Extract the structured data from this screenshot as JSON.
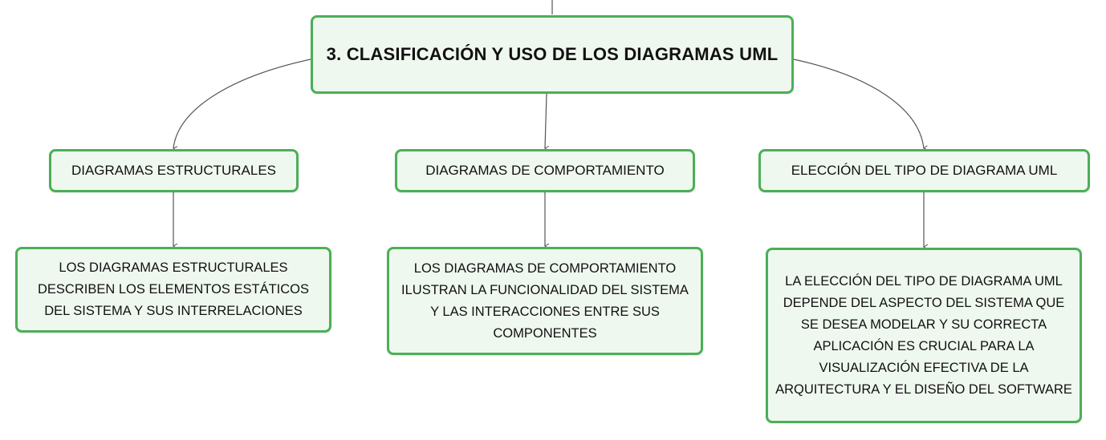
{
  "diagram": {
    "root": {
      "label": "3. CLASIFICACIÓN Y USO DE LOS DIAGRAMAS UML"
    },
    "branches": [
      {
        "label": "DIAGRAMAS ESTRUCTURALES",
        "description": "LOS DIAGRAMAS ESTRUCTURALES DESCRIBEN LOS ELEMENTOS ESTÁTICOS DEL SISTEMA Y SUS INTERRELACIONES"
      },
      {
        "label": "DIAGRAMAS DE COMPORTAMIENTO",
        "description": "LOS DIAGRAMAS DE COMPORTAMIENTO ILUSTRAN LA FUNCIONALIDAD DEL SISTEMA Y LAS INTERACCIONES ENTRE SUS COMPONENTES"
      },
      {
        "label": "ELECCIÓN DEL TIPO DE DIAGRAMA UML",
        "description": "LA ELECCIÓN DEL TIPO DE DIAGRAMA UML DEPENDE DEL ASPECTO DEL SISTEMA QUE SE DESEA MODELAR Y SU CORRECTA APLICACIÓN ES CRUCIAL PARA LA VISUALIZACIÓN EFECTIVA DE LA ARQUITECTURA Y EL DISEÑO DEL SOFTWARE"
      }
    ],
    "colors": {
      "node_border": "#4caf58",
      "node_fill": "#eff8ef",
      "connector": "#555555"
    }
  }
}
